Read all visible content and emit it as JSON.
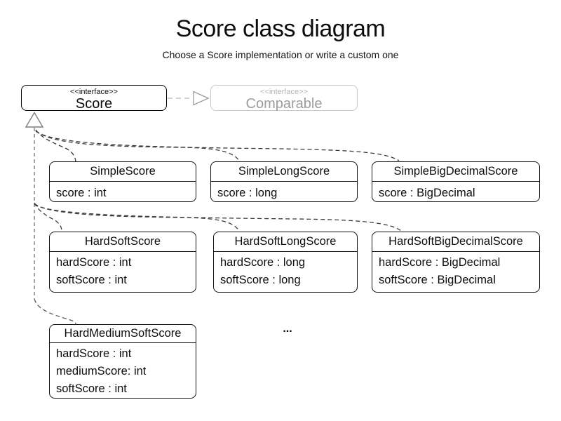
{
  "header": {
    "title": "Score class diagram",
    "subtitle": "Choose a Score implementation or write a custom one"
  },
  "interfaces": {
    "score": {
      "stereotype": "<<interface>>",
      "name": "Score"
    },
    "comparable": {
      "stereotype": "<<interface>>",
      "name": "Comparable"
    }
  },
  "classes": [
    {
      "id": "simple-score",
      "name": "SimpleScore",
      "attributes": [
        "score : int"
      ]
    },
    {
      "id": "simple-long-score",
      "name": "SimpleLongScore",
      "attributes": [
        "score : long"
      ]
    },
    {
      "id": "simple-big-decimal-score",
      "name": "SimpleBigDecimalScore",
      "attributes": [
        "score : BigDecimal"
      ]
    },
    {
      "id": "hard-soft-score",
      "name": "HardSoftScore",
      "attributes": [
        "hardScore : int",
        "softScore : int"
      ]
    },
    {
      "id": "hard-soft-long-score",
      "name": "HardSoftLongScore",
      "attributes": [
        "hardScore : long",
        "softScore : long"
      ]
    },
    {
      "id": "hard-soft-big-decimal-score",
      "name": "HardSoftBigDecimalScore",
      "attributes": [
        "hardScore : BigDecimal",
        "softScore : BigDecimal"
      ]
    },
    {
      "id": "hard-medium-soft-score",
      "name": "HardMediumSoftScore",
      "attributes": [
        "hardScore : int",
        "mediumScore: int",
        "softScore : int"
      ]
    }
  ],
  "ellipsis": "...",
  "relations": [
    {
      "from": "Score",
      "to": "Comparable",
      "type": "extends-dashed-hollow-arrow"
    },
    {
      "from": "SimpleScore",
      "to": "Score",
      "type": "realization"
    },
    {
      "from": "SimpleLongScore",
      "to": "Score",
      "type": "realization"
    },
    {
      "from": "SimpleBigDecimalScore",
      "to": "Score",
      "type": "realization"
    },
    {
      "from": "HardSoftScore",
      "to": "Score",
      "type": "realization"
    },
    {
      "from": "HardSoftLongScore",
      "to": "Score",
      "type": "realization"
    },
    {
      "from": "HardSoftBigDecimalScore",
      "to": "Score",
      "type": "realization"
    },
    {
      "from": "HardMediumSoftScore",
      "to": "Score",
      "type": "realization"
    }
  ],
  "colors": {
    "background": "#ffffff",
    "class_border": "#101010",
    "text": "#0d0d0d",
    "muted_interface_border": "#c9c9c9",
    "muted_interface_text": "#9d9d9d",
    "trunk_edge": "#868686",
    "branch_edge": "#3a3a3a",
    "dependency_edge": "#cbcbcb",
    "dependency_arrow": "#9a9a9a"
  }
}
